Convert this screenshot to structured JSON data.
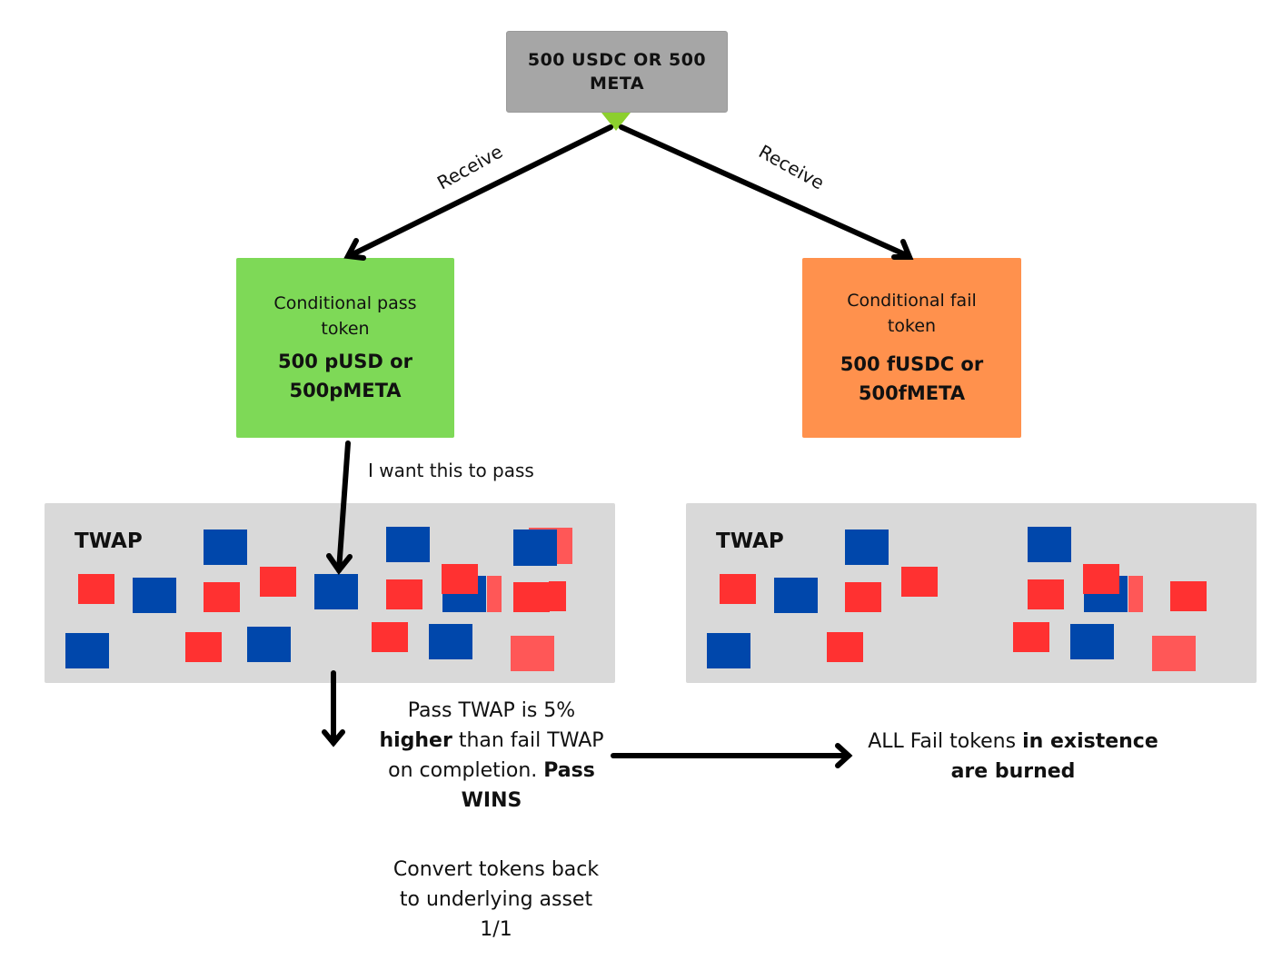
{
  "source": {
    "line1": "500 USDC OR 500",
    "line2": "META"
  },
  "edges": {
    "left_label": "Receive",
    "right_label": "Receive"
  },
  "pass_token": {
    "label_line1": "Conditional pass",
    "label_line2": "token",
    "amount_line1": "500 pUSD or",
    "amount_line2": "500pMETA"
  },
  "fail_token": {
    "label_line1": "Conditional fail",
    "label_line2": "token",
    "amount_line1": "500 fUSDC or",
    "amount_line2": "500fMETA"
  },
  "pass_annotation": "I want this to pass",
  "pass_twap": {
    "title": "TWAP"
  },
  "fail_twap": {
    "title": "TWAP"
  },
  "outcome": {
    "line1": "Pass TWAP is 5%",
    "line2_bold": "higher",
    "line2_rest": " than fail TWAP",
    "line3_rest": "on completion. ",
    "line3_bold": "Pass",
    "line4_bold": "WINS"
  },
  "burn": {
    "part1": "ALL Fail tokens ",
    "part1_bold": "in existence",
    "line2_bold": "are burned"
  },
  "convert": {
    "line1": "Convert tokens back",
    "line2": "to underlying asset",
    "line3": "1/1"
  },
  "colors": {
    "source_box": "#a6a6a6",
    "pass_box": "#7ed957",
    "fail_box": "#ff914d",
    "panel": "#d9d9d9",
    "blue_square": "#0047ab",
    "red_square": "#ff3131",
    "light_red_square": "#ff5757",
    "connector": "#8ccf2e"
  }
}
